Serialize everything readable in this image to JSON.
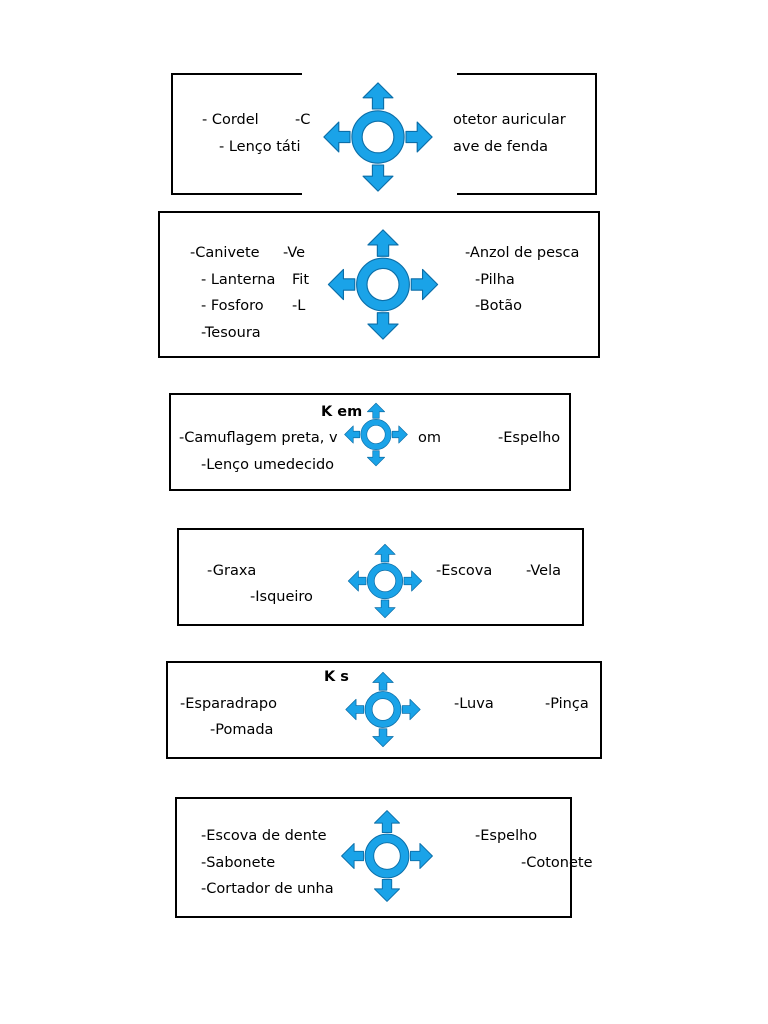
{
  "icon": {
    "name": "four-way-arrow-icon",
    "color": "#1aa3e8",
    "stroke": "#0b6ea8"
  },
  "kits": [
    {
      "id": "kit-1",
      "title": "",
      "items": [
        "- Cordel",
        "-C",
        "otetor auricular",
        "- Lenço táti",
        "ave de fenda"
      ]
    },
    {
      "id": "kit-2",
      "title": "",
      "items": [
        "-Canivete",
        "-Ve",
        "-Anzol de pesca",
        "- Lanterna",
        "Fit",
        "-Pilha",
        "- Fosforo",
        "-L",
        "-Botão",
        "-Tesoura"
      ]
    },
    {
      "id": "kit-3",
      "title": "K          em",
      "items": [
        "-Camuflagem preta, v",
        "om",
        "-Espelho",
        "-Lenço umedecido"
      ]
    },
    {
      "id": "kit-4",
      "title": "",
      "items": [
        "-Graxa",
        "-Escova",
        "-Vela",
        "-Isqueiro"
      ]
    },
    {
      "id": "kit-5",
      "title": "K            s",
      "items": [
        "-Esparadrapo",
        "-Luva",
        "-Pinça",
        "-Pomada"
      ]
    },
    {
      "id": "kit-6",
      "title": "",
      "items": [
        "-Escova de dente",
        "-Espelho",
        "-Sabonete",
        "-Cotonete",
        "-Cortador de unha"
      ]
    }
  ]
}
